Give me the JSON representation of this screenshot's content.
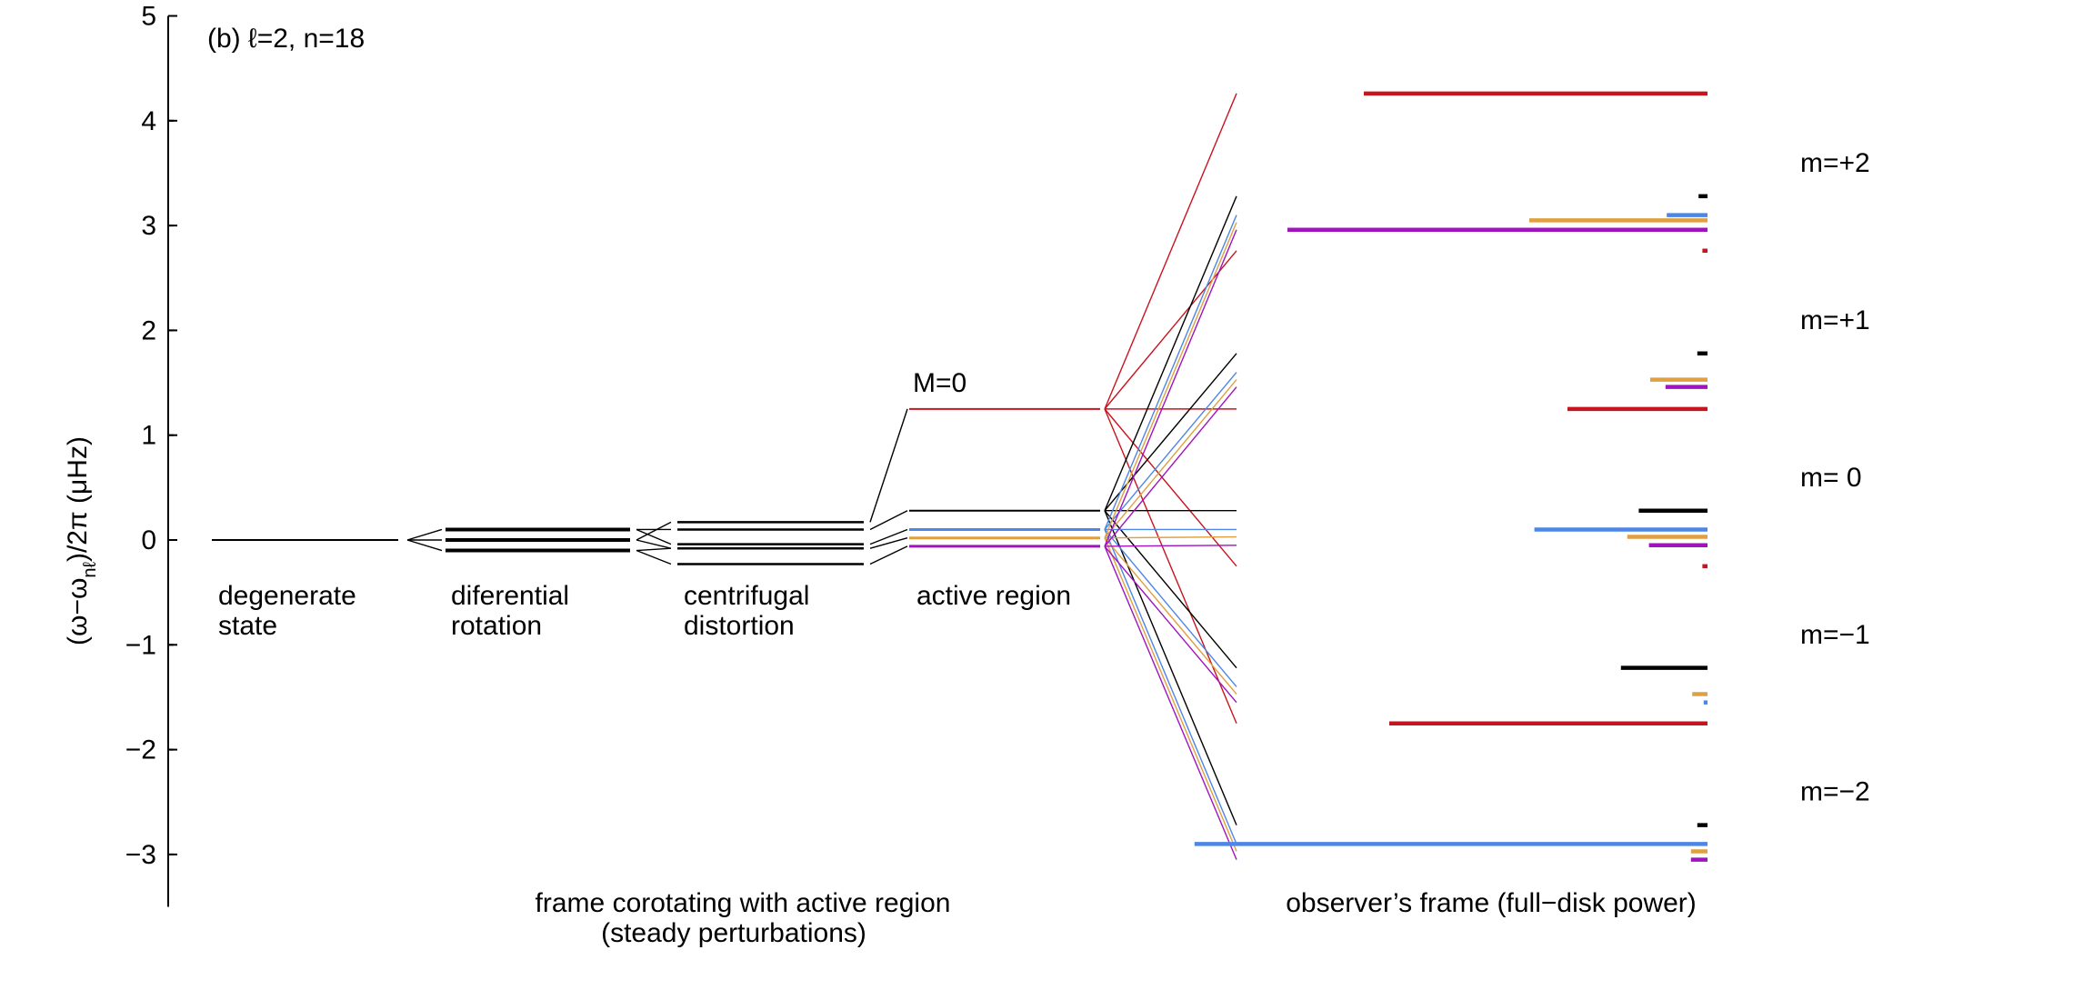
{
  "chart_data": {
    "type": "line",
    "panel_label": "(b) ℓ=2, n=18",
    "ylabel": "(ω−ω",
    "ylabel_sub": "nℓ",
    "ylabel_tail": ")/2π (μHz)",
    "ylim": [
      -3.5,
      5
    ],
    "yticks": [
      -3,
      -2,
      -1,
      0,
      1,
      2,
      3,
      4,
      5
    ],
    "ytick_labels": [
      "−3",
      "−2",
      "−1",
      "0",
      "1",
      "2",
      "3",
      "4",
      "5"
    ],
    "colors": {
      "black": "#000000",
      "red": "#c8141e",
      "blue": "#4c86e6",
      "orange": "#e0a040",
      "purple": "#a013be"
    },
    "stages": [
      {
        "label_lines": [
          "degenerate",
          "state"
        ],
        "levels": [
          0
        ]
      },
      {
        "label_lines": [
          "diferential",
          "rotation"
        ],
        "levels": [
          0.1,
          0.0,
          -0.1
        ]
      },
      {
        "label_lines": [
          "centrifugal",
          "distortion"
        ],
        "levels": [
          0.17,
          0.1,
          -0.04,
          -0.08,
          -0.23
        ]
      },
      {
        "label_lines": [
          "active region"
        ],
        "m0_label": "M=0",
        "levels": [
          {
            "value": 1.25,
            "color": "red"
          },
          {
            "value": 0.28,
            "color": "black"
          },
          {
            "value": 0.1,
            "color": "blue"
          },
          {
            "value": 0.02,
            "color": "orange"
          },
          {
            "value": -0.06,
            "color": "purple"
          }
        ]
      }
    ],
    "corotating_frame_label": [
      "frame corotating with active region",
      "(steady perturbations)"
    ],
    "observer_frame_label": "observer’s frame (full−disk power)",
    "m_labels": [
      {
        "text": "m=+2",
        "y": 3.6
      },
      {
        "text": "m=+1",
        "y": 2.1
      },
      {
        "text": "m= 0",
        "y": 0.6
      },
      {
        "text": "m=−1",
        "y": -0.9
      },
      {
        "text": "m=−2",
        "y": -2.4
      }
    ],
    "fan_lines": [
      {
        "color": "red",
        "y": 4.26
      },
      {
        "color": "red",
        "y": 2.76
      },
      {
        "color": "red",
        "y": 1.25
      },
      {
        "color": "red",
        "y": -0.25
      },
      {
        "color": "red",
        "y": -1.75
      },
      {
        "color": "black",
        "y": 3.28
      },
      {
        "color": "black",
        "y": 1.78
      },
      {
        "color": "black",
        "y": 0.28
      },
      {
        "color": "black",
        "y": -1.22
      },
      {
        "color": "black",
        "y": -2.72
      },
      {
        "color": "blue",
        "y": 3.1
      },
      {
        "color": "blue",
        "y": 1.6
      },
      {
        "color": "blue",
        "y": 0.1
      },
      {
        "color": "blue",
        "y": -1.4
      },
      {
        "color": "blue",
        "y": -2.9
      },
      {
        "color": "orange",
        "y": 3.03
      },
      {
        "color": "orange",
        "y": 1.53
      },
      {
        "color": "orange",
        "y": 0.03
      },
      {
        "color": "orange",
        "y": -1.47
      },
      {
        "color": "orange",
        "y": -2.97
      },
      {
        "color": "purple",
        "y": 2.96
      },
      {
        "color": "purple",
        "y": 1.46
      },
      {
        "color": "purple",
        "y": -0.05
      },
      {
        "color": "purple",
        "y": -1.55
      },
      {
        "color": "purple",
        "y": -3.05
      }
    ],
    "power_bars": [
      {
        "m": 2,
        "color": "red",
        "y": 4.26,
        "power": 0.27
      },
      {
        "m": 2,
        "color": "black",
        "y": 3.28,
        "power": 0.007
      },
      {
        "m": 2,
        "color": "blue",
        "y": 3.1,
        "power": 0.032
      },
      {
        "m": 2,
        "color": "orange",
        "y": 3.05,
        "power": 0.14
      },
      {
        "m": 2,
        "color": "purple",
        "y": 2.96,
        "power": 0.33
      },
      {
        "m": 2,
        "color": "red",
        "y": 2.76,
        "power": 0.004
      },
      {
        "m": 1,
        "color": "black",
        "y": 1.78,
        "power": 0.008
      },
      {
        "m": 1,
        "color": "orange",
        "y": 1.53,
        "power": 0.045
      },
      {
        "m": 1,
        "color": "purple",
        "y": 1.46,
        "power": 0.033
      },
      {
        "m": 1,
        "color": "red",
        "y": 1.25,
        "power": 0.11
      },
      {
        "m": 0,
        "color": "black",
        "y": 0.28,
        "power": 0.054
      },
      {
        "m": 0,
        "color": "blue",
        "y": 0.1,
        "power": 0.136
      },
      {
        "m": 0,
        "color": "orange",
        "y": 0.03,
        "power": 0.063
      },
      {
        "m": 0,
        "color": "purple",
        "y": -0.05,
        "power": 0.046
      },
      {
        "m": 0,
        "color": "red",
        "y": -0.25,
        "power": 0.004
      },
      {
        "m": -1,
        "color": "black",
        "y": -1.22,
        "power": 0.068
      },
      {
        "m": -1,
        "color": "orange",
        "y": -1.47,
        "power": 0.012
      },
      {
        "m": -1,
        "color": "blue",
        "y": -1.55,
        "power": 0.003
      },
      {
        "m": -1,
        "color": "red",
        "y": -1.75,
        "power": 0.25
      },
      {
        "m": -2,
        "color": "black",
        "y": -2.72,
        "power": 0.008
      },
      {
        "m": -2,
        "color": "blue",
        "y": -2.9,
        "power": 0.403
      },
      {
        "m": -2,
        "color": "orange",
        "y": -2.97,
        "power": 0.013
      },
      {
        "m": -2,
        "color": "purple",
        "y": -3.05,
        "power": 0.013
      }
    ]
  }
}
